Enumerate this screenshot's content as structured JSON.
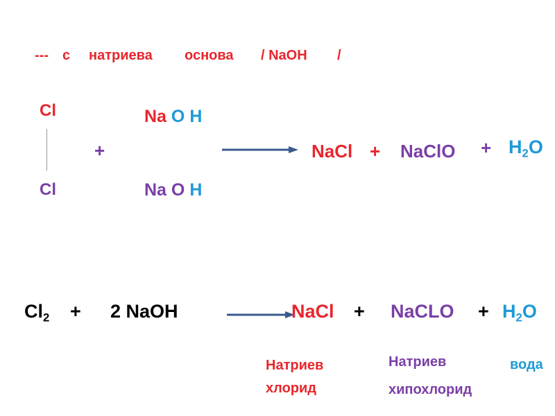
{
  "heading": {
    "dashes": "---",
    "c": "с",
    "word1": "натриева",
    "word2": "основа",
    "slash_formula": "/ NaOH",
    "slash_end": "/"
  },
  "structural": {
    "cl_top": "Cl",
    "cl_bottom": "Cl",
    "plus1": "+",
    "naoh_top": {
      "na": "Na",
      "o": "O",
      "h": "H"
    },
    "naoh_bottom": {
      "na": "Na",
      "o": "O",
      "h": "H"
    },
    "product1": "NaCl",
    "plus2": "+",
    "product2": "NaClO",
    "plus3": "+",
    "water_h": "H",
    "water_sub": "2",
    "water_o": "O"
  },
  "equation": {
    "cl": "Cl",
    "cl_sub": "2",
    "plus1": "+",
    "reagent": "2 NaOH",
    "product1": "NaCl",
    "plus2": "+",
    "product2": "NaCLO",
    "plus3": "+",
    "water_h": "H",
    "water_sub": "2",
    "water_o": "O"
  },
  "names": {
    "nacl_line1": "Натриев",
    "nacl_line2": "хлорид",
    "naclo_line1": "Натриев",
    "naclo_line2": "хипохлорид",
    "water": "вода"
  },
  "colors": {
    "red": "#e8262c",
    "purple": "#7a3fa7",
    "blue": "#1e9ad6",
    "arrow": "#3a5a8c"
  }
}
